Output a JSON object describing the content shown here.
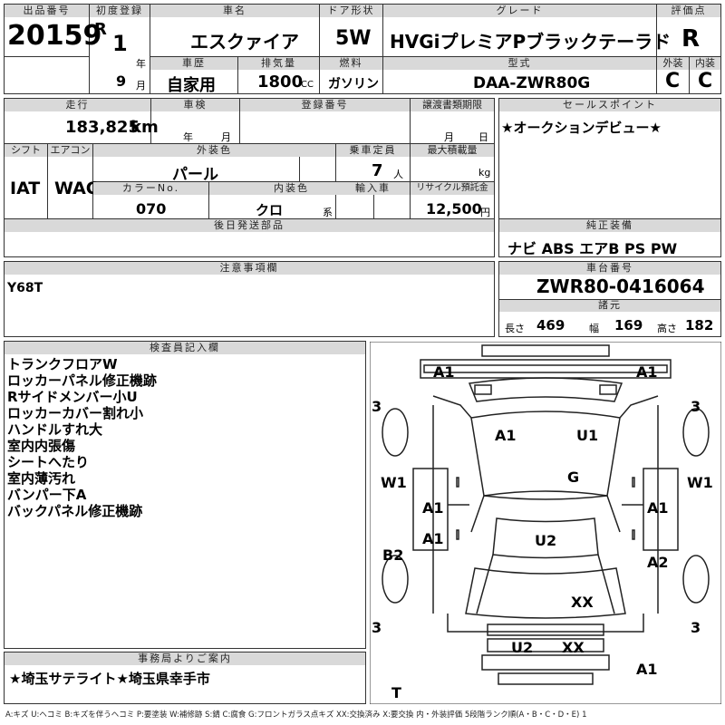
{
  "header": {
    "lot_no_label": "出品番号",
    "lot_no": "20159",
    "first_reg_label": "初度登録",
    "era": "R",
    "year": "1",
    "year_unit": "年",
    "month": "9",
    "month_unit": "月",
    "car_name_label": "車名",
    "car_name": "エスクァイア",
    "door_label": "ドア形状",
    "door": "5W",
    "grade_label": "グレード",
    "grade": "HVGiプレミアPブラックテーラド",
    "score_label": "評価点",
    "score": "R",
    "history_label": "車歴",
    "history": "自家用",
    "displacement_label": "排気量",
    "displacement": "1800",
    "displacement_unit": "CC",
    "fuel_label": "燃料",
    "fuel": "ガソリン",
    "model_label": "型式",
    "model": "DAA-ZWR80G",
    "ext_label": "外装",
    "ext": "C",
    "int_label": "内装",
    "int": "C"
  },
  "row2": {
    "mileage_label": "走行",
    "mileage": "183,825",
    "mileage_unit": "km",
    "inspection_label": "車検",
    "insp_year_unit": "年",
    "insp_month_unit": "月",
    "plate_label": "登録番号",
    "transfer_label": "譲渡書類期限",
    "transfer_month_unit": "月",
    "transfer_day_unit": "日",
    "sales_label": "セールスポイント",
    "sales": "★オークションデビュー★",
    "shift_label": "シフト",
    "shift": "IAT",
    "ac_label": "エアコン",
    "ac": "WAC",
    "color_label": "外装色",
    "color": "パール",
    "capacity_label": "乗車定員",
    "capacity": "7",
    "capacity_unit": "人",
    "load_label": "最大積載量",
    "load_unit": "kg",
    "color_no_label": "カラーNo.",
    "color_no": "070",
    "interior_label": "内装色",
    "interior": "クロ",
    "interior_unit": "系",
    "import_label": "輸入車",
    "recycle_label": "リサイクル預託金",
    "recycle": "12,500",
    "recycle_unit": "円",
    "later_label": "後日発送部品",
    "equip_label": "純正装備",
    "equip": "ナビ ABS エアB PS PW"
  },
  "notes": {
    "caution_label": "注意事項欄",
    "caution": "Y68T",
    "chassis_label": "車台番号",
    "chassis": "ZWR80-0416064",
    "spec_label": "諸元",
    "length_label": "長さ",
    "length": "469",
    "width_label": "幅",
    "width": "169",
    "height_label": "高さ",
    "height": "182"
  },
  "inspector": {
    "label": "検査員記入欄",
    "items": [
      "トランクフロアW",
      "ロッカーパネル修正機跡",
      "Rサイドメンバー小U",
      "ロッカーカバー割れ小",
      "ハンドルすれ大",
      "室内内張傷",
      "シートへたり",
      "室内薄汚れ",
      "バンパー下A",
      "バックパネル修正機跡"
    ]
  },
  "office": {
    "label": "事務局よりご案内",
    "text": "★埼玉サテライト★埼玉県幸手市"
  },
  "diagram": {
    "marks": [
      "A1",
      "A1",
      "3",
      "3",
      "A1",
      "U1",
      "G",
      "W1",
      "W1",
      "A1",
      "A1",
      "A1",
      "U2",
      "A2",
      "B2",
      "XX",
      "3",
      "3",
      "U2",
      "XX",
      "A1",
      "T"
    ]
  },
  "legend": "A:キズ U:ヘコミ B:キズを伴うヘコミ P:要塗装 W:補修跡 S:錆 C:腐食 G:フロントガラス点キズ XX:交換済み X:要交換 内・外装評価 5段階ランク順(A・B・C・D・E) 1"
}
